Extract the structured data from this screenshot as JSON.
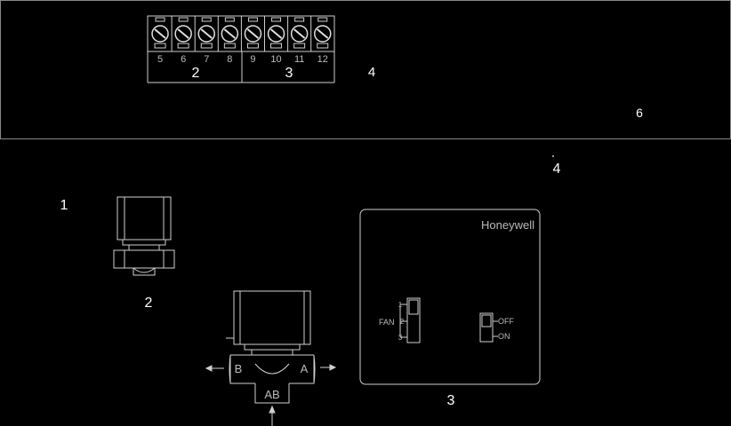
{
  "terminal_block": {
    "numbers": [
      "5",
      "6",
      "7",
      "8",
      "9",
      "10",
      "11",
      "12"
    ],
    "group_labels": [
      "2",
      "3"
    ]
  },
  "callouts": {
    "top_right_4": "4",
    "top_right_6": "6",
    "mid_right_4": "4",
    "left_1": "1",
    "small_valve_2": "2",
    "thermostat_3": "3"
  },
  "thermostat": {
    "brand": "Honeywell",
    "fan_label": "FAN",
    "fan_positions": [
      "1",
      "2",
      "3"
    ],
    "off_label": "OFF",
    "on_label": "ON"
  },
  "valve": {
    "port_b": "B",
    "port_a": "A",
    "port_ab": "AB"
  }
}
